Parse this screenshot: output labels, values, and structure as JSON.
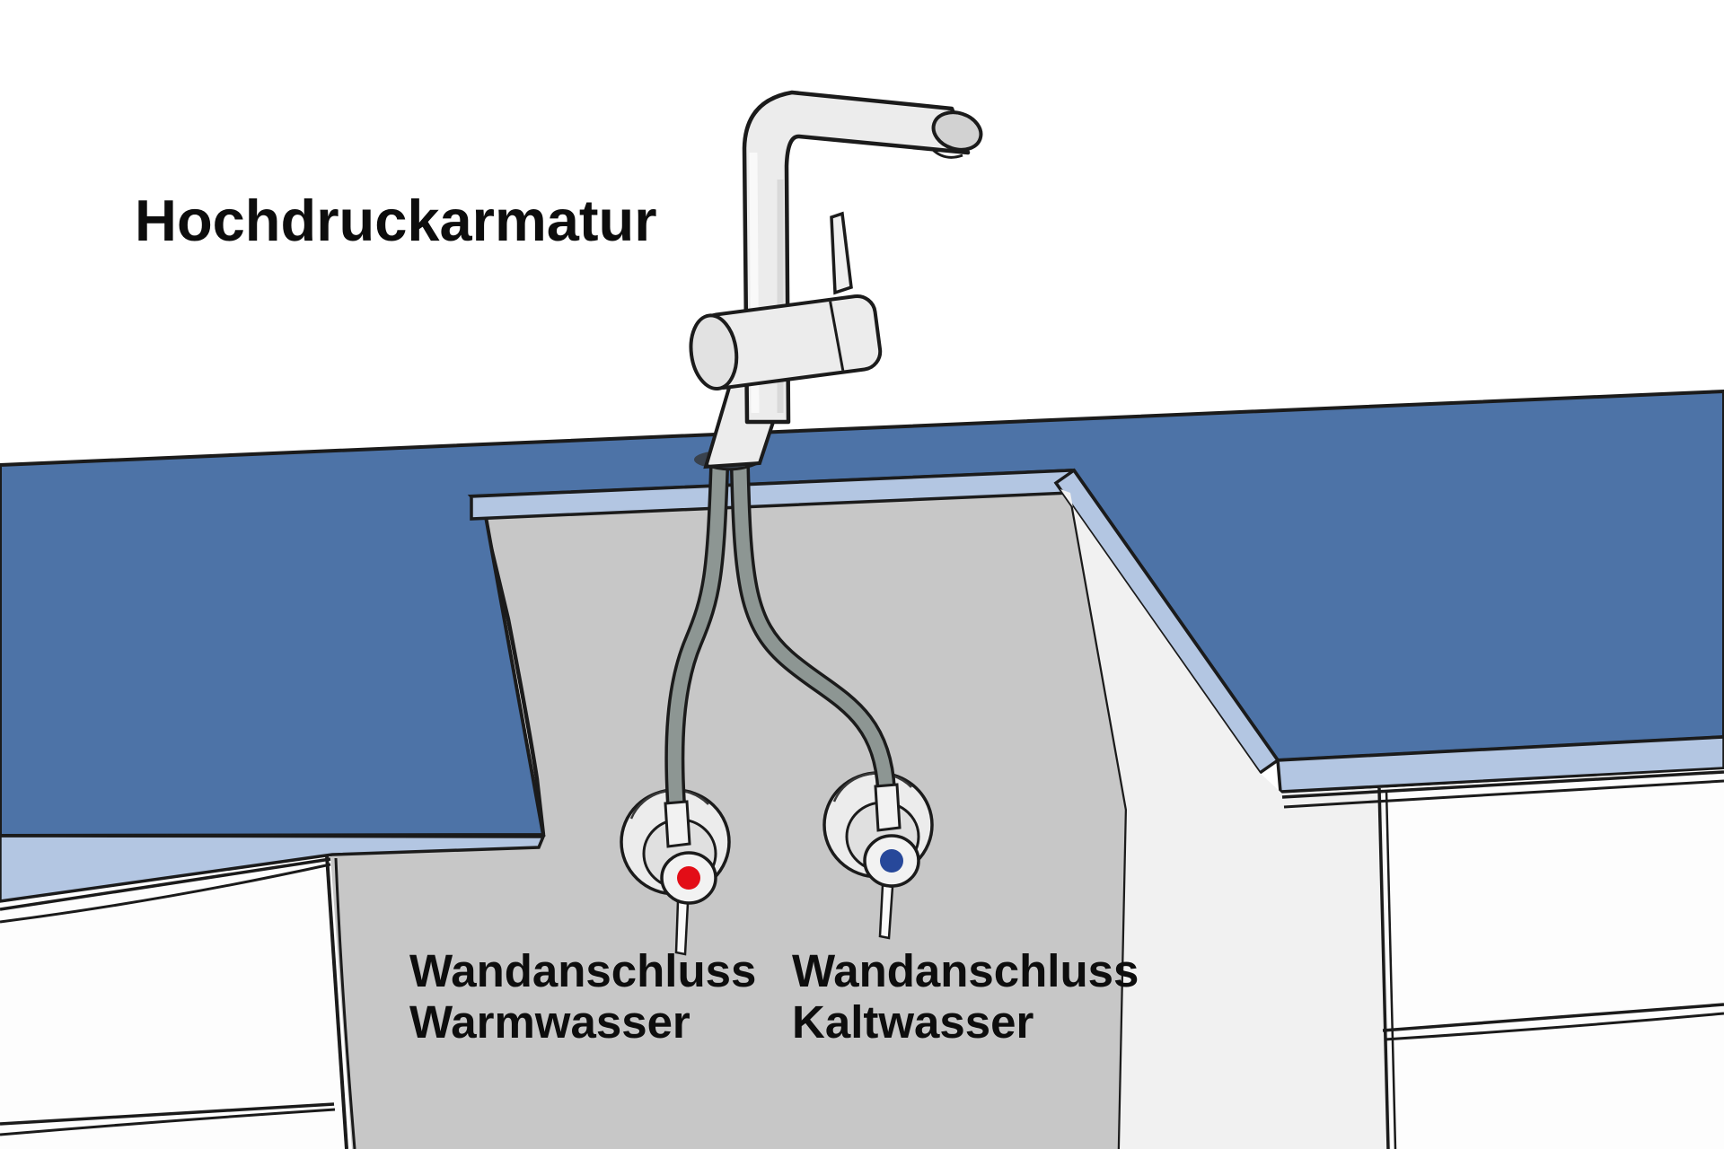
{
  "title": "Hochdruckarmatur",
  "labels": {
    "warm": {
      "line1": "Wandanschluss",
      "line2": "Warmwasser"
    },
    "cold": {
      "line1": "Wandanschluss",
      "line2": "Kaltwasser"
    }
  },
  "colors": {
    "countertop_top": "#4d73a7",
    "countertop_edge": "#b3c6e2",
    "wall": "#c7c7c7",
    "warm_indicator": "#e30d17",
    "cold_indicator": "#27489a",
    "hose": "#8d9693",
    "outline": "#1b1b1b"
  }
}
